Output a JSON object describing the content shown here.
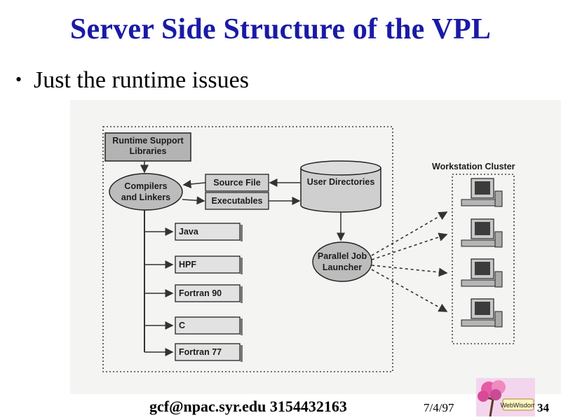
{
  "slide": {
    "title": "Server Side Structure of the VPL",
    "bullet": "Just the runtime issues",
    "footer_email": "gcf@npac.syr.edu 3154432163",
    "footer_date": "7/4/97",
    "page_number": "34"
  },
  "diagram": {
    "runtime_libs": [
      "Runtime Support",
      "Libraries"
    ],
    "compilers": [
      "Compilers",
      "and Linkers"
    ],
    "source_file": "Source File",
    "executables": "Executables",
    "user_dirs": "User Directories",
    "launcher": [
      "Parallel Job",
      "Launcher"
    ],
    "cluster_title": "Workstation Cluster",
    "languages": [
      "Java",
      "HPF",
      "Fortran 90",
      "C",
      "Fortran 77"
    ]
  },
  "logo": {
    "text": "WebWisdom"
  }
}
